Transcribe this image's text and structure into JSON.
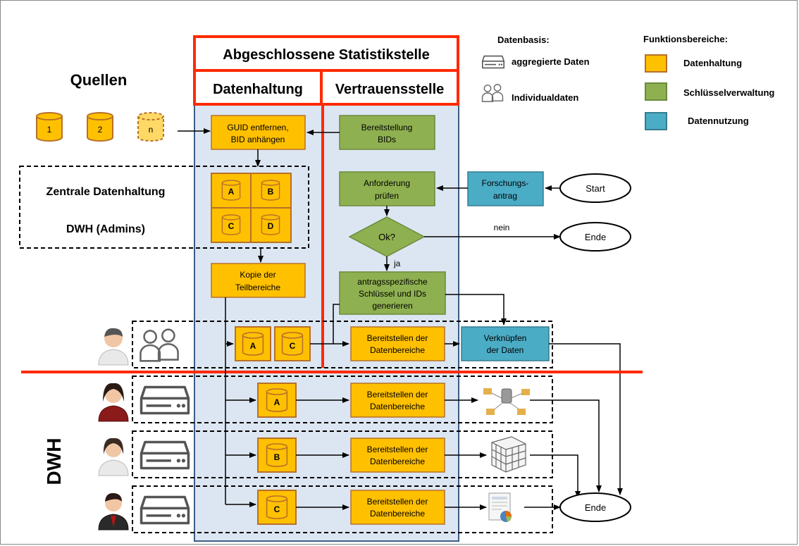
{
  "colors": {
    "datenhaltung": "#FFC000",
    "schluessel": "#8FB050",
    "nutzung": "#4BACC6",
    "zone_red": "#FF2A00",
    "column_bg": "#DCE6F2",
    "column_border": "#3C5C86",
    "box_border": "#B7702A"
  },
  "header": {
    "title": "Abgeschlossene Statistikstelle",
    "col_left": "Datenhaltung",
    "col_right": "Vertrauensstelle"
  },
  "legend": {
    "datenbasis_title": "Datenbasis:",
    "aggregiert": "aggregierte Daten",
    "individual": "Individualdaten",
    "funktion_title": "Funktionsbereiche:",
    "items": [
      "Datenhaltung",
      "Schlüsselverwaltung",
      "Datennutzung"
    ]
  },
  "sources": {
    "title": "Quellen",
    "dbs": [
      "1",
      "2",
      "n"
    ]
  },
  "zentrale": {
    "line1": "Zentrale Datenhaltung",
    "line2": "DWH (Admins)",
    "dbs": [
      "A",
      "B",
      "C",
      "D"
    ]
  },
  "boxes": {
    "guid": [
      "GUID entfernen,",
      "BID anhängen"
    ],
    "bereitstellung_bids": [
      "Bereitstellung",
      "BIDs"
    ],
    "anforderung": [
      "Anforderung",
      "prüfen"
    ],
    "forschungsantrag": [
      "Forschungs-",
      "antrag"
    ],
    "ok": "Ok?",
    "nein": "nein",
    "ja": "ja",
    "kopie": [
      "Kopie der",
      "Teilbereiche"
    ],
    "schluessel": [
      "antragsspezifische",
      "Schlüssel und IDs",
      "generieren"
    ],
    "bereitstellen": [
      "Bereitstellen der",
      "Datenbereiche"
    ],
    "verknuepfen": [
      "Verknüpfen",
      "der Daten"
    ],
    "start": "Start",
    "ende": "Ende"
  },
  "rows": {
    "individual_dbs": [
      "A",
      "C"
    ],
    "dwh_dbs": [
      "A",
      "B",
      "C"
    ]
  },
  "dwh_label": "DWH"
}
